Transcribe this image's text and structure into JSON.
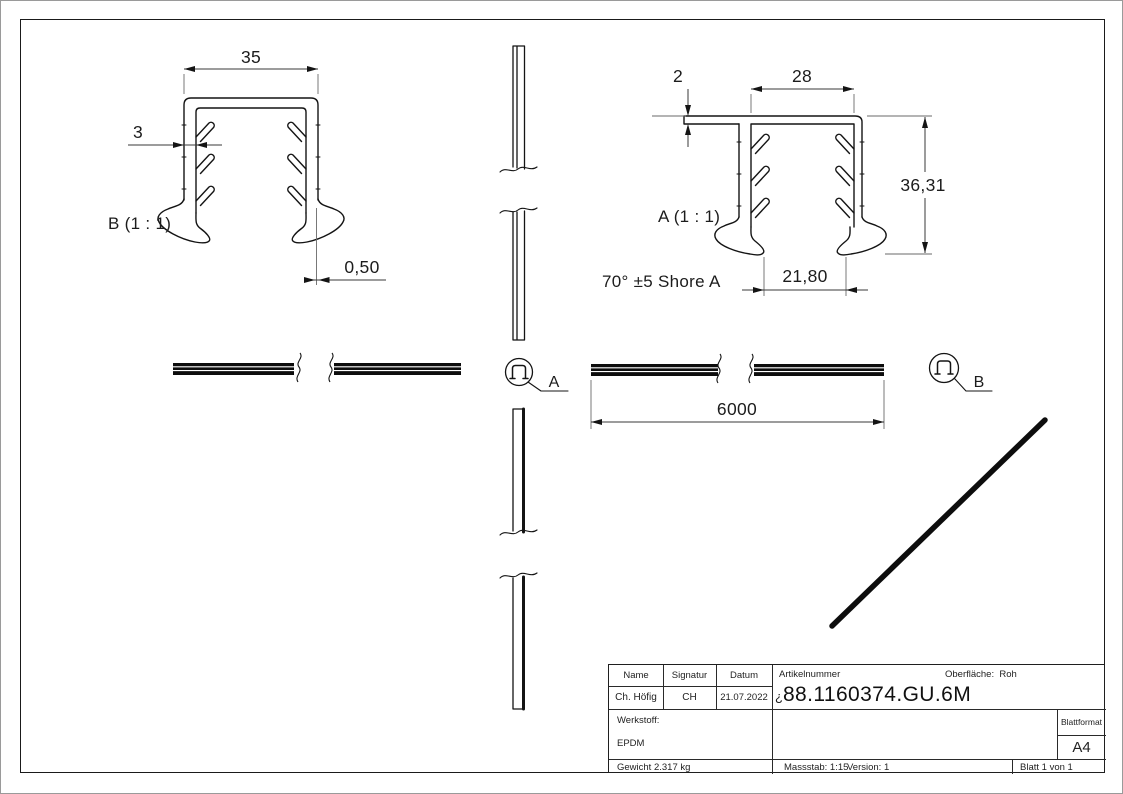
{
  "drawing": {
    "line_color": "#1a1a1a",
    "detail_b": {
      "label": "B (1 : 1)",
      "dim_width": "35",
      "dim_wall": "3",
      "dim_gap": "0,50"
    },
    "detail_a": {
      "label": "A (1 : 1)",
      "dim_top_thickness": "2",
      "dim_inner_width": "28",
      "dim_height": "36,31",
      "dim_foot_width": "21,80",
      "note": "70° ±5 Shore A"
    },
    "length_dim": "6000",
    "callout_a": "A",
    "callout_b": "B"
  },
  "title_block": {
    "headers": {
      "name": "Name",
      "signatur": "Signatur",
      "datum": "Datum",
      "artikelnummer": "Artikelnummer",
      "oberflaeche": "Oberfläche:  Roh",
      "werkstoff": "Werkstoff:",
      "blattformat": "Blattformat"
    },
    "values": {
      "name": "Ch. Höfig",
      "signatur": "CH",
      "datum": "21.07.2022",
      "artikel_prefix": "¿",
      "artikelnummer": "88.1160374.GU.6M",
      "werkstoff": "EPDM",
      "blattformat": "A4",
      "gewicht": "Gewicht 2.317 kg",
      "massstab": "Massstab: 1:15",
      "version": "Version: 1",
      "blatt": "Blatt 1 von 1"
    }
  }
}
